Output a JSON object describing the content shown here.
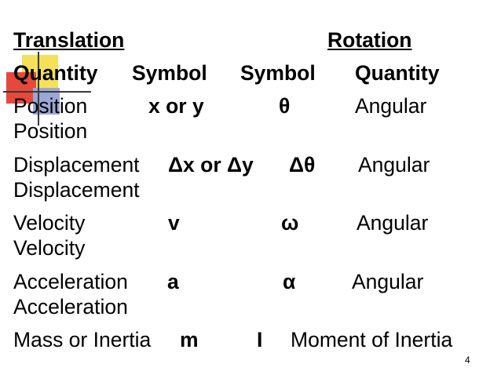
{
  "headers": {
    "translation": "Translation",
    "rotation": "Rotation"
  },
  "columns": {
    "quantity": "Quantity",
    "symbol_t": "Symbol",
    "symbol_r": "Symbol",
    "quantity_r": "Quantity"
  },
  "rows": [
    {
      "quantity": "Position",
      "symbol": "x or y",
      "rot_symbol": "θ",
      "rot_quantity_1": "Angular",
      "rot_quantity_2": "Position"
    },
    {
      "quantity": "Displacement",
      "symbol": "Δx or Δy",
      "rot_symbol": "Δθ",
      "rot_quantity_1": "Angular",
      "rot_quantity_2": "Displacement"
    },
    {
      "quantity": "Velocity",
      "symbol": "v",
      "rot_symbol": "ω",
      "rot_quantity_1": "Angular",
      "rot_quantity_2": "Velocity"
    },
    {
      "quantity": "Acceleration",
      "symbol": "a",
      "rot_symbol": "α",
      "rot_quantity_1": "Angular",
      "rot_quantity_2": "Acceleration"
    },
    {
      "quantity": "Mass or Inertia",
      "symbol": "m",
      "rot_symbol": "I",
      "rot_quantity_1": "Moment of Inertia"
    }
  ],
  "page_number": "4",
  "colors": {
    "yellow": "#f5e05a",
    "red": "#e8483c",
    "blue": "#9aa7d6"
  }
}
